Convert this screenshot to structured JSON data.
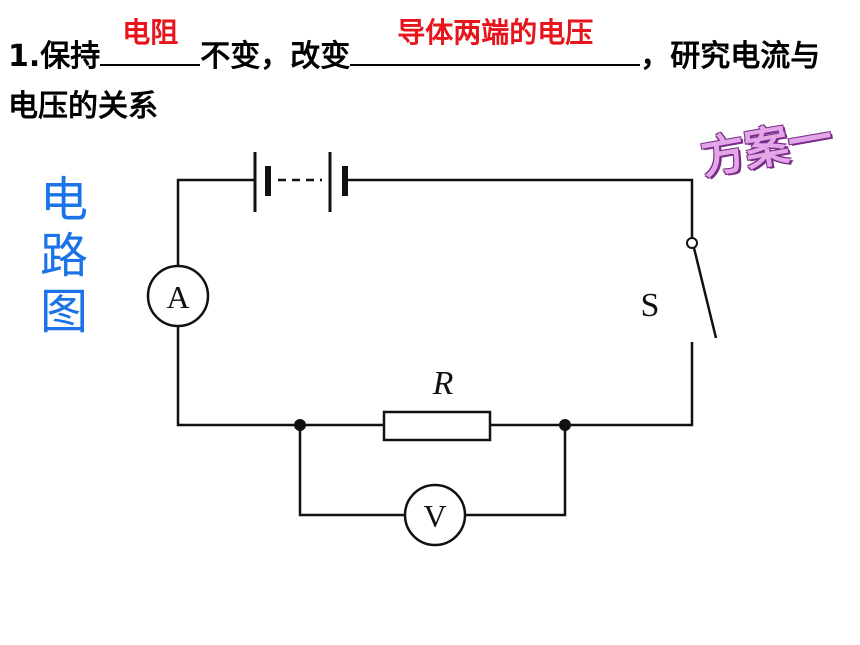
{
  "question": {
    "prefix": "1.",
    "text1": "保持",
    "answer1": "电阻",
    "text2": "不变，改变",
    "answer2": "导体两端的电压",
    "text3": "，研究电流与电压的关系"
  },
  "side_title": [
    "电",
    "路",
    "图"
  ],
  "plan_label": "方案一",
  "circuit": {
    "ammeter_label": "A",
    "voltmeter_label": "V",
    "resistor_label": "R",
    "switch_label": "S"
  },
  "colors": {
    "answer": "#e8141b",
    "side_title": "#1a73e8",
    "plan_fill": "#e3a6e6",
    "plan_outline": "#7a2a88",
    "wire": "#111111"
  }
}
